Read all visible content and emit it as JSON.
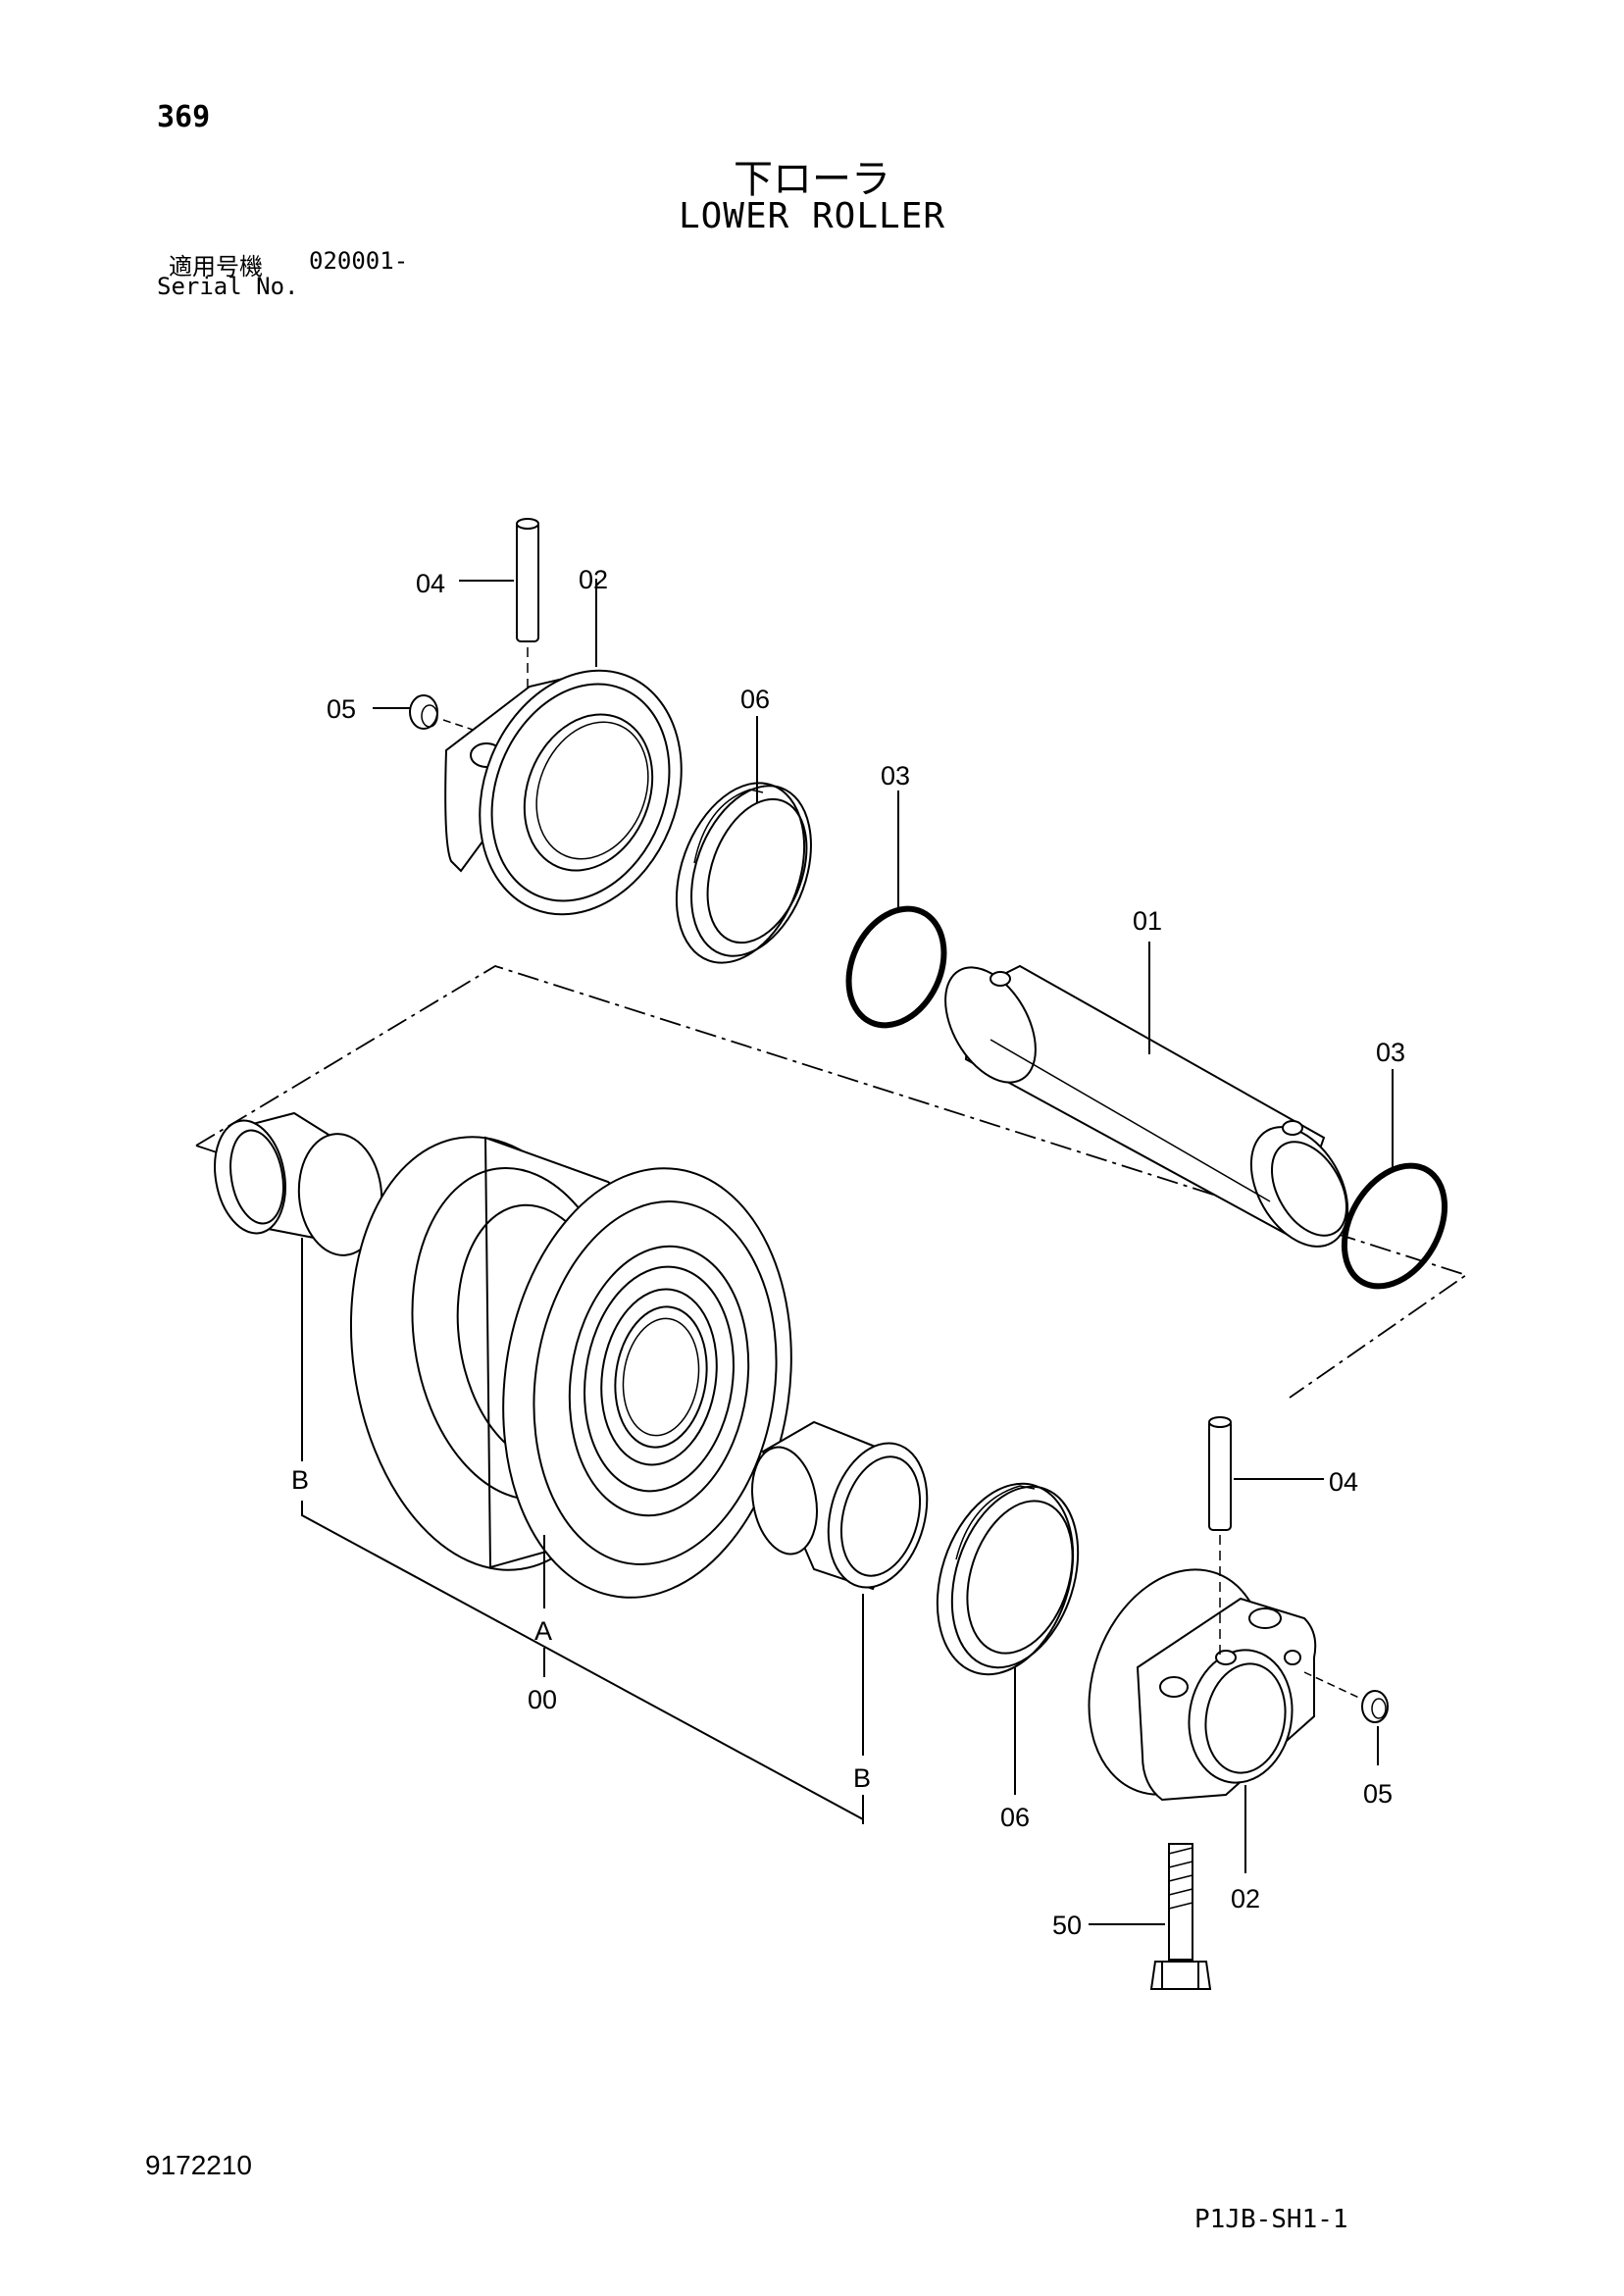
{
  "header": {
    "page_number": "369",
    "title_jp": "下ローラ",
    "title_en": "LOWER ROLLER",
    "serial_label_jp": "適用号機",
    "serial_value": "020001-",
    "serial_label_en": "Serial No."
  },
  "footer": {
    "drawing_number": "9172210",
    "sheet_code": "P1JB-SH1-1"
  },
  "callouts": {
    "c04_top": "04",
    "c02_top": "02",
    "c05_top": "05",
    "c06_top": "06",
    "c03_top": "03",
    "c01": "01",
    "c03_right": "03",
    "c04_bottom": "04",
    "c05_bottom": "05",
    "c02_bottom": "02",
    "c06_bottom": "06",
    "c50": "50",
    "c00": "00",
    "cA": "A",
    "cB_left": "B",
    "cB_bottom": "B"
  }
}
